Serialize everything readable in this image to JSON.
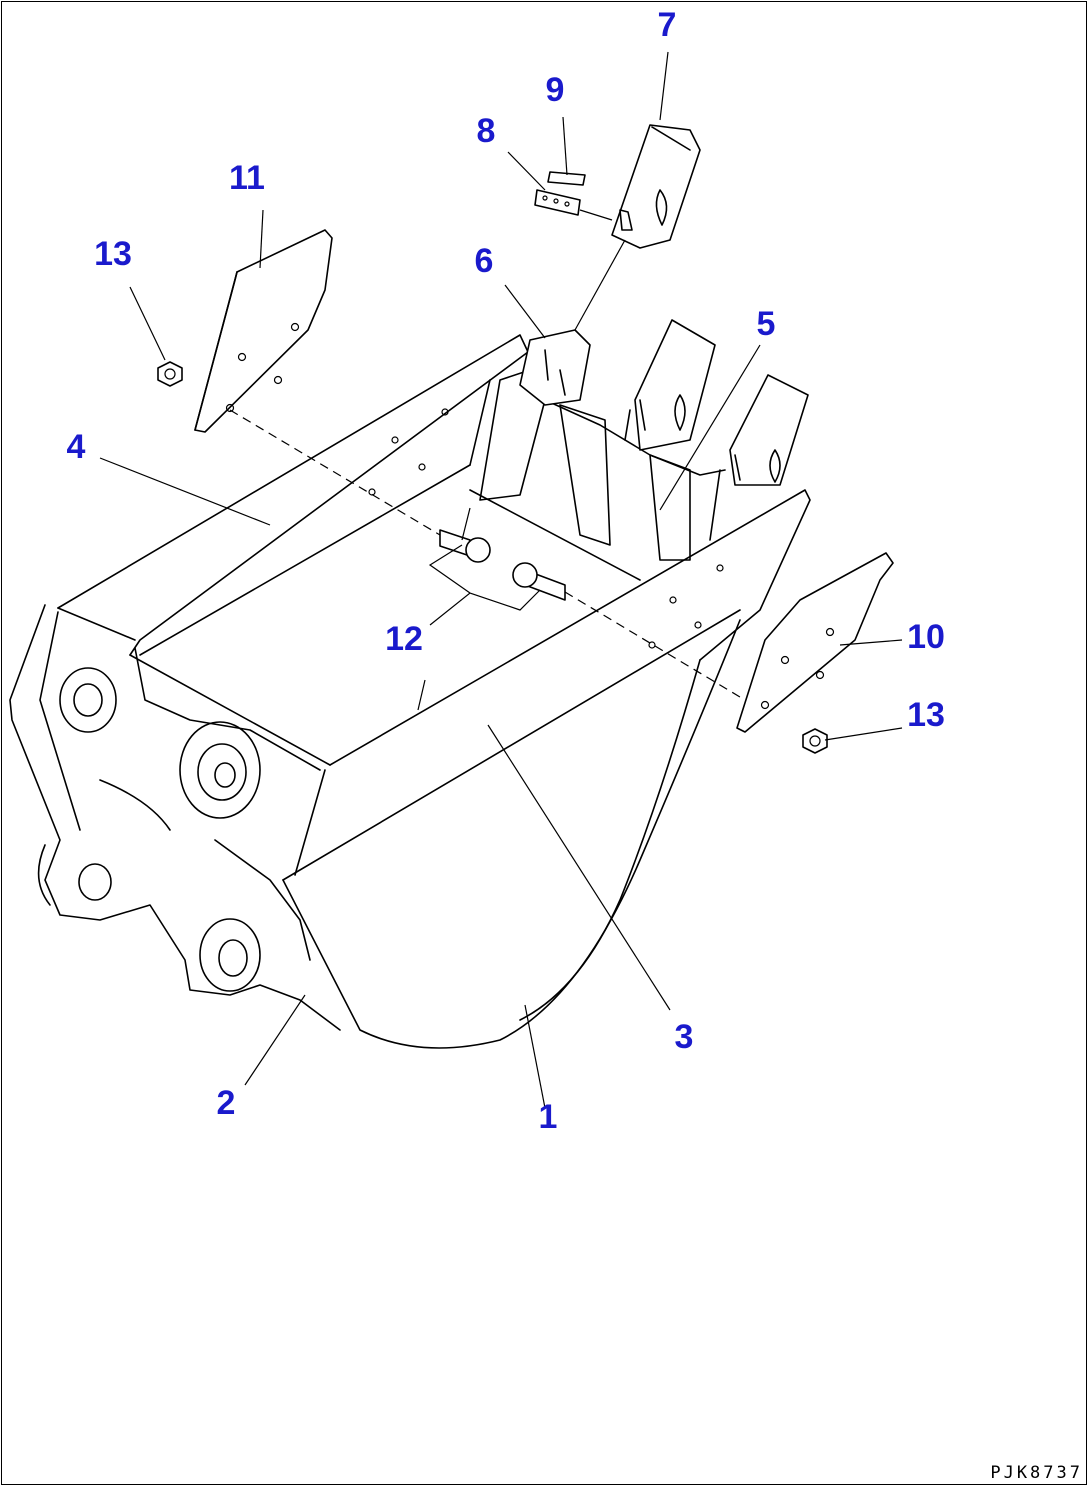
{
  "callouts": {
    "c1": "1",
    "c2": "2",
    "c3": "3",
    "c4": "4",
    "c5": "5",
    "c6": "6",
    "c7": "7",
    "c8": "8",
    "c9": "9",
    "c10": "10",
    "c11": "11",
    "c12": "12",
    "c13a": "13",
    "c13b": "13"
  },
  "drawing_ref": "PJK8737",
  "colors": {
    "callout": "#1a1acc",
    "line": "#000000",
    "background": "#ffffff"
  }
}
